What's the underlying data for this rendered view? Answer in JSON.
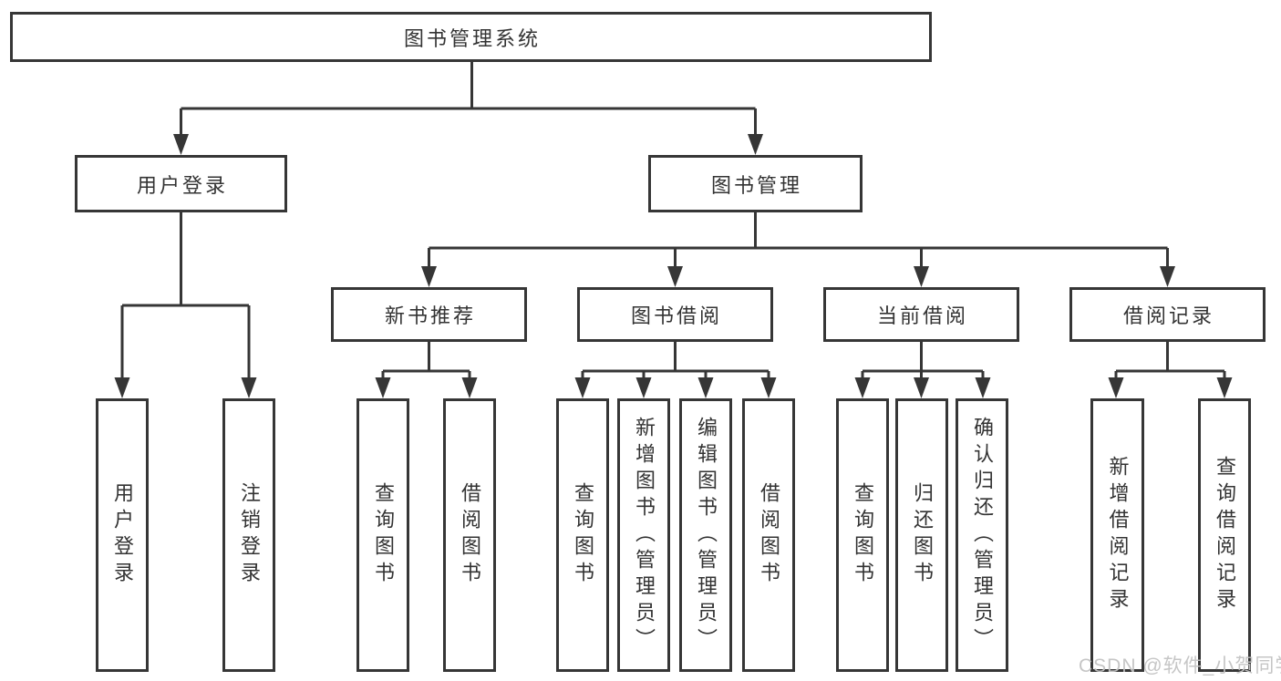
{
  "colors": {
    "line": "#363636",
    "text": "#333333",
    "box_background": "#ffffff",
    "watermark": "#c3c3c3"
  },
  "tree": {
    "label": "图书管理系统",
    "children": [
      {
        "label": "用户登录",
        "children": [
          {
            "label": "用户登录"
          },
          {
            "label": "注销登录"
          }
        ]
      },
      {
        "label": "图书管理",
        "children": [
          {
            "label": "新书推荐",
            "children": [
              {
                "label": "查询图书"
              },
              {
                "label": "借阅图书"
              }
            ]
          },
          {
            "label": "图书借阅",
            "children": [
              {
                "label": "查询图书"
              },
              {
                "label": "新增图书（管理员）"
              },
              {
                "label": "编辑图书（管理员）"
              },
              {
                "label": "借阅图书"
              }
            ]
          },
          {
            "label": "当前借阅",
            "children": [
              {
                "label": "查询图书"
              },
              {
                "label": "归还图书"
              },
              {
                "label": "确认归还（管理员）"
              }
            ]
          },
          {
            "label": "借阅记录",
            "children": [
              {
                "label": "新增借阅记录"
              },
              {
                "label": "查询借阅记录"
              }
            ]
          }
        ]
      }
    ]
  },
  "watermark": {
    "text": "CSDN @软件_小贺同学"
  }
}
